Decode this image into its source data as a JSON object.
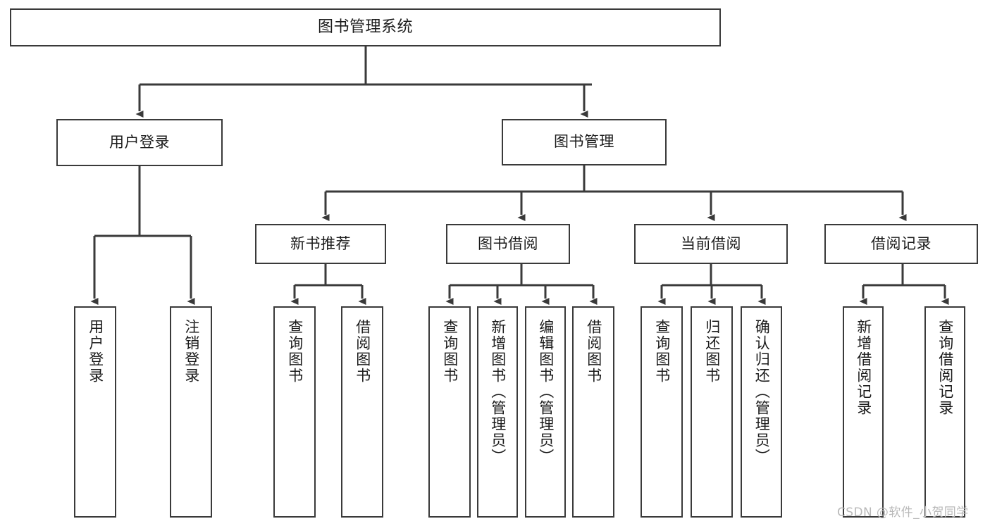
{
  "diagram": {
    "title": "图书管理系统",
    "type": "tree-hierarchy-chart",
    "watermark": "CSDN @软件_小贺同学",
    "colors": {
      "box_border": "#3a3a3a",
      "box_fill": "#ffffff",
      "edge": "#3a3a3a",
      "text": "#1b1b1b",
      "watermark": "#b9b9b9"
    }
  },
  "nodes": {
    "root": {
      "label": "图书管理系统"
    },
    "level1": [
      {
        "label": "用户登录"
      },
      {
        "label": "图书管理"
      }
    ],
    "level2": [
      {
        "label": "新书推荐"
      },
      {
        "label": "图书借阅"
      },
      {
        "label": "当前借阅"
      },
      {
        "label": "借阅记录"
      }
    ],
    "leaves_user_login": [
      {
        "label": "用户登录"
      },
      {
        "label": "注销登录"
      }
    ],
    "leaves_new_book": [
      {
        "label": "查询图书"
      },
      {
        "label": "借阅图书"
      }
    ],
    "leaves_borrow": [
      {
        "label": "查询图书"
      },
      {
        "label": "新增图书（管理员）"
      },
      {
        "label": "编辑图书（管理员）"
      },
      {
        "label": "借阅图书"
      }
    ],
    "leaves_current": [
      {
        "label": "查询图书"
      },
      {
        "label": "归还图书"
      },
      {
        "label": "确认归还（管理员）"
      }
    ],
    "leaves_record": [
      {
        "label": "新增借阅记录"
      },
      {
        "label": "查询借阅记录"
      }
    ]
  }
}
